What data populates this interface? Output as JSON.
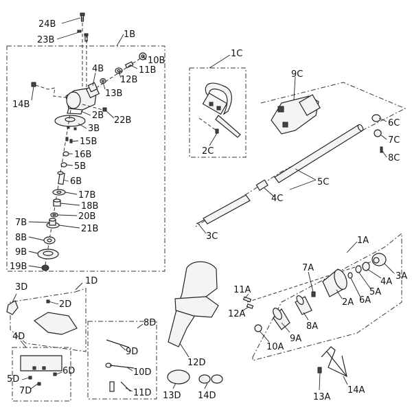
{
  "labels": {
    "l24B": "24B",
    "l23B": "23B",
    "l1B": "1B",
    "l10B": "10B",
    "l11B": "11B",
    "l4B": "4B",
    "l12B": "12B",
    "l13B": "13B",
    "l14B": "14B",
    "l2B": "2B",
    "l22B": "22B",
    "l3B": "3B",
    "l15B": "15B",
    "l16B": "16B",
    "l5B": "5B",
    "l6B": "6B",
    "l17B": "17B",
    "l18B": "18B",
    "l20B": "20B",
    "l7B": "7B",
    "l21B": "21B",
    "l8B": "8B",
    "l9B": "9B",
    "l19B": "19B",
    "l1C": "1C",
    "l2C": "2C",
    "l3C": "3C",
    "l4C": "4C",
    "l5C": "5C",
    "l6C": "6C",
    "l7C": "7C",
    "l8C": "8C",
    "l9C": "9C",
    "l1A": "1A",
    "l2A": "2A",
    "l3A": "3A",
    "l4A": "4A",
    "l5A": "5A",
    "l6A": "6A",
    "l7A": "7A",
    "l8A": "8A",
    "l9A": "9A",
    "l10A": "10A",
    "l11A": "11A",
    "l12A": "12A",
    "l13A": "13A",
    "l14A": "14A",
    "l1D": "1D",
    "l2D": "2D",
    "l3D": "3D",
    "l4D": "4D",
    "l5D": "5D",
    "l6D": "6D",
    "l7D": "7D",
    "l8D": "8D",
    "l9D": "9D",
    "l10D": "10D",
    "l11D": "11D",
    "l12D": "12D",
    "l13D": "13D",
    "l14D": "14D"
  }
}
